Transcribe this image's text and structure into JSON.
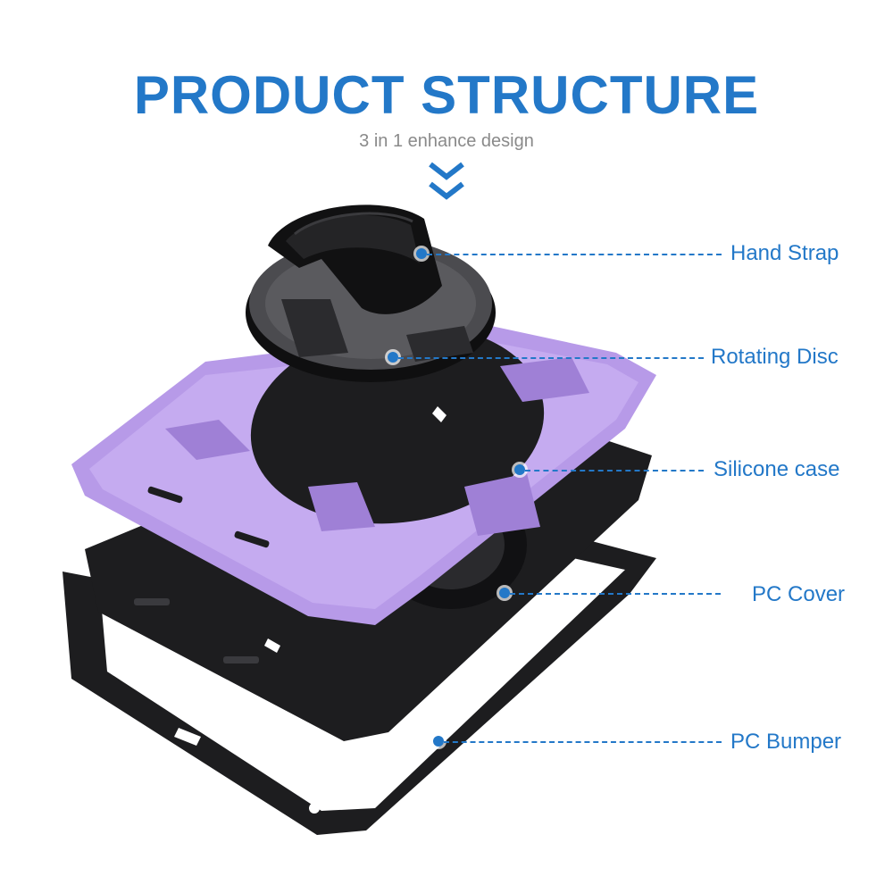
{
  "header": {
    "title": "PRODUCT STRUCTURE",
    "subtitle": "3 in 1 enhance design"
  },
  "colors": {
    "accent": "#2378c8",
    "case_purple": "#b79ae8",
    "case_black": "#1d1d1f"
  },
  "callouts": [
    {
      "label": "Hand Strap"
    },
    {
      "label": "Rotating Disc"
    },
    {
      "label": "Silicone case"
    },
    {
      "label": "PC Cover"
    },
    {
      "label": "PC Bumper"
    }
  ],
  "icons": {
    "arrow": "double-chevron-down-icon"
  }
}
